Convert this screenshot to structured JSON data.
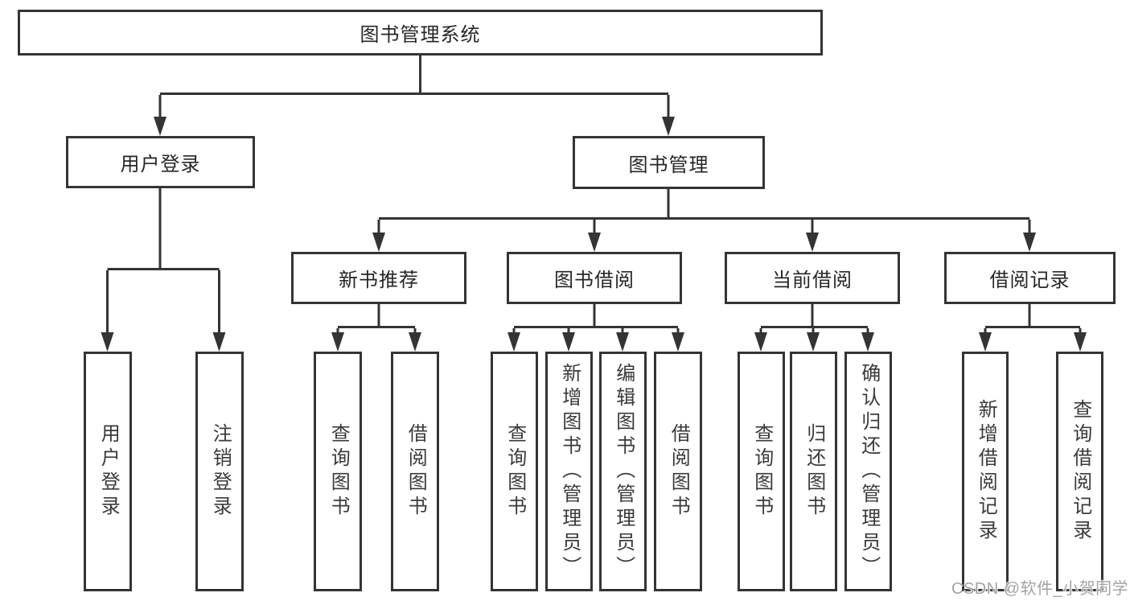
{
  "diagram": {
    "title": "图书管理系统",
    "tree": {
      "root": {
        "label": "图书管理系统"
      },
      "branches": [
        {
          "label": "用户登录",
          "children": [
            {
              "label": "用户登录"
            },
            {
              "label": "注销登录"
            }
          ]
        },
        {
          "label": "图书管理",
          "children": [
            {
              "label": "新书推荐",
              "children": [
                {
                  "label": "查询图书"
                },
                {
                  "label": "借阅图书"
                }
              ]
            },
            {
              "label": "图书借阅",
              "children": [
                {
                  "label": "查询图书"
                },
                {
                  "label": "新增图书（管理员）"
                },
                {
                  "label": "编辑图书（管理员）"
                },
                {
                  "label": "借阅图书"
                }
              ]
            },
            {
              "label": "当前借阅",
              "children": [
                {
                  "label": "查询图书"
                },
                {
                  "label": "归还图书"
                },
                {
                  "label": "确认归还（管理员）"
                }
              ]
            },
            {
              "label": "借阅记录",
              "children": [
                {
                  "label": "新增借阅记录"
                },
                {
                  "label": "查询借阅记录"
                }
              ]
            }
          ]
        }
      ]
    },
    "watermark": "CSDN @软件_小贺同学",
    "colors": {
      "line": "#343434",
      "text": "#262626",
      "leaf_text": "#3a3a3a",
      "background": "#ffffff",
      "watermark": "#9e9e9e"
    }
  }
}
